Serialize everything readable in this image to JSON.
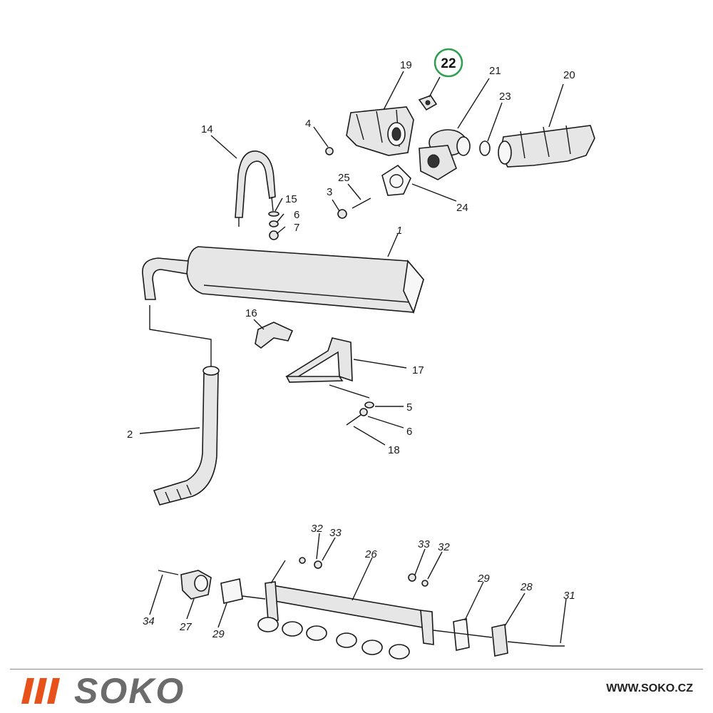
{
  "diagram": {
    "highlighted_label": "22",
    "highlight_color": "#2e9e4f",
    "labels": {
      "p1": "1",
      "p2": "2",
      "p3": "3",
      "p4": "4",
      "p5": "5",
      "p6a": "6",
      "p6b": "6",
      "p7": "7",
      "p14": "14",
      "p15": "15",
      "p16": "16",
      "p17": "17",
      "p18": "18",
      "p19": "19",
      "p20": "20",
      "p21": "21",
      "p23": "23",
      "p24": "24",
      "p25": "25",
      "p26": "26",
      "p27": "27",
      "p28": "28",
      "p29a": "29",
      "p29b": "29",
      "p31": "31",
      "p32a": "32",
      "p32b": "32",
      "p33a": "33",
      "p33b": "33",
      "p34": "34"
    }
  },
  "footer": {
    "brand": "SOKO",
    "brand_color": "#e8521a",
    "url": "WWW.SOKO.CZ"
  }
}
